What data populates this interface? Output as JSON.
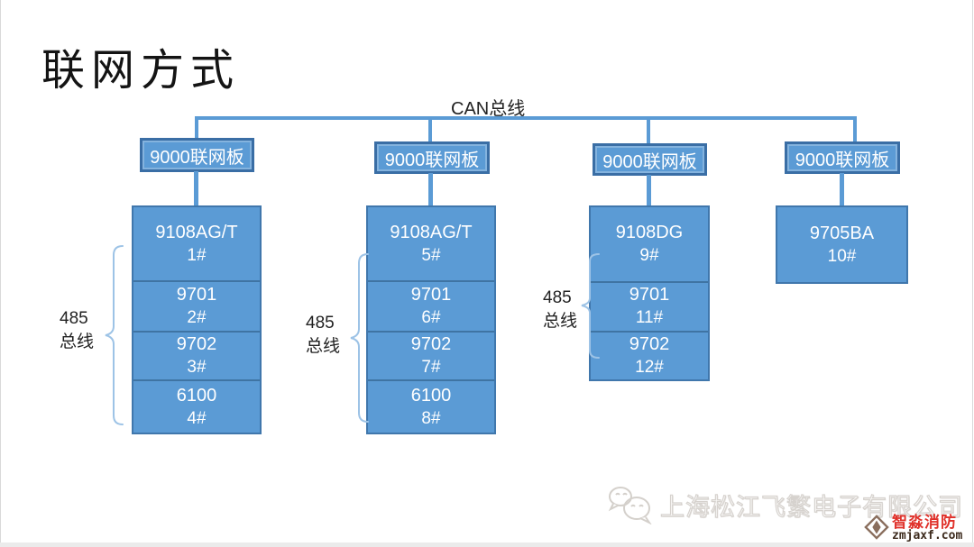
{
  "slide": {
    "title": "联网方式"
  },
  "bus": {
    "can_label": "CAN总线"
  },
  "columns": [
    {
      "board_label": "9000联网板",
      "bus_label_line1": "485",
      "bus_label_line2": "总线",
      "devices": [
        {
          "model": "9108AG/T",
          "num": "1#"
        },
        {
          "model": "9701",
          "num": "2#"
        },
        {
          "model": "9702",
          "num": "3#"
        },
        {
          "model": "6100",
          "num": "4#"
        }
      ]
    },
    {
      "board_label": "9000联网板",
      "bus_label_line1": "485",
      "bus_label_line2": "总线",
      "devices": [
        {
          "model": "9108AG/T",
          "num": "5#"
        },
        {
          "model": "9701",
          "num": "6#"
        },
        {
          "model": "9702",
          "num": "7#"
        },
        {
          "model": "6100",
          "num": "8#"
        }
      ]
    },
    {
      "board_label": "9000联网板",
      "bus_label_line1": "485",
      "bus_label_line2": "总线",
      "devices": [
        {
          "model": "9108DG",
          "num": "9#"
        },
        {
          "model": "9701",
          "num": "11#"
        },
        {
          "model": "9702",
          "num": "12#"
        }
      ]
    },
    {
      "board_label": "9000联网板",
      "devices": [
        {
          "model": "9705BA",
          "num": "10#"
        }
      ]
    }
  ],
  "watermark": {
    "company": "上海松江飞繁电子有限公司",
    "logo_title": "智淼消防",
    "logo_domain": "zmjaxf.com"
  },
  "icons": {
    "wechat": "chat-bubbles-icon",
    "logo_mark": "diamond-logo-icon"
  },
  "colors": {
    "box_fill": "#5B9BD5",
    "box_border": "#3A6EA5",
    "connector": "#5B9BD5",
    "brace": "#9DC3E6",
    "logo_red": "#E0312A",
    "logo_brown": "#8A6E5D"
  }
}
